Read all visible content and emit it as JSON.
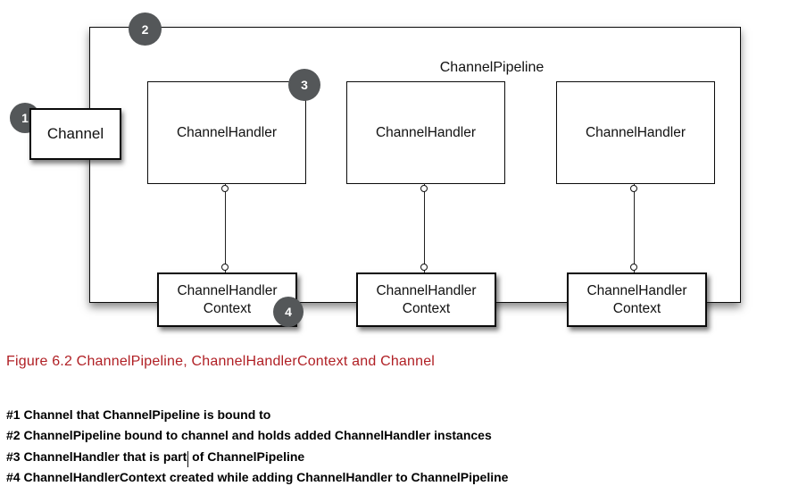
{
  "figure": {
    "pipeline_label": "ChannelPipeline",
    "channel_label": "Channel",
    "handler_labels": [
      "ChannelHandler",
      "ChannelHandler",
      "ChannelHandler"
    ],
    "context_labels": [
      {
        "line1": "ChannelHandler",
        "line2": "Context"
      },
      {
        "line1": "ChannelHandler",
        "line2": "Context"
      },
      {
        "line1": "ChannelHandler",
        "line2": "Context"
      }
    ],
    "badges": [
      {
        "number": "1"
      },
      {
        "number": "2"
      },
      {
        "number": "3"
      },
      {
        "number": "4"
      }
    ]
  },
  "caption": "Figure 6.2 ChannelPipeline, ChannelHandlerContext and Channel",
  "notes": [
    {
      "pre": "#1 Channel that ChannelPipeline is bound to",
      "post": ""
    },
    {
      "pre": "#2 ChannelPipeline bound to channel and holds added ChannelHandler instances",
      "post": ""
    },
    {
      "pre": "#3 ChannelHandler that is part",
      "post": " of ChannelPipeline"
    },
    {
      "pre": "#4 ChannelHandlerContext created while adding ChannelHandler to ChannelPipeline",
      "post": ""
    }
  ],
  "colors": {
    "badge_bg": "#545759",
    "badge_text": "#ffffff",
    "caption_red": "#b01f24",
    "box_border": "#0a0a0a",
    "box_fill": "#ffffff"
  }
}
